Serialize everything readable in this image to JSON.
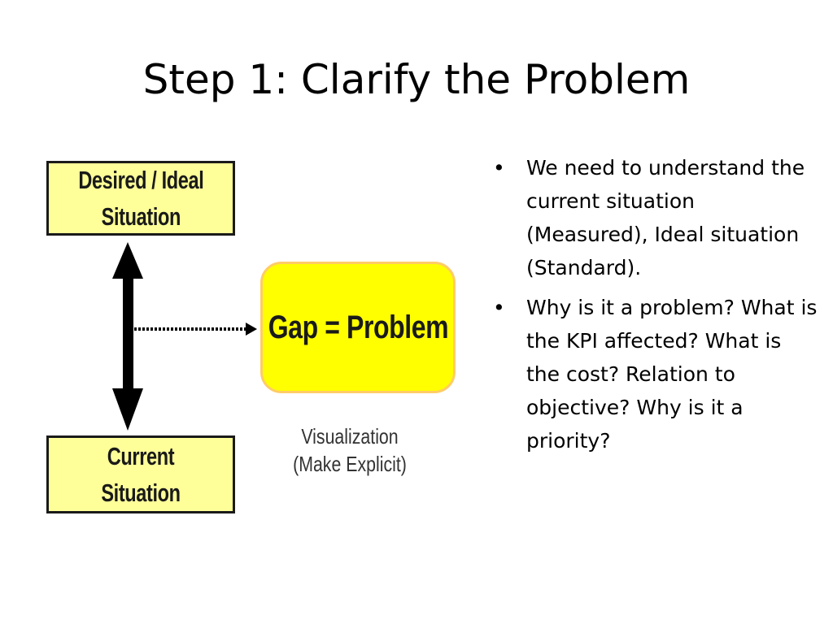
{
  "slide": {
    "title": "Step 1: Clarify the Problem"
  },
  "diagram": {
    "desired_box": "Desired / Ideal\nSituation",
    "current_box": "Current Situation",
    "gap_box": "Gap = Problem",
    "caption_line1": "Visualization",
    "caption_line2": "(Make Explicit)",
    "colors": {
      "box_fill": "#ffff99",
      "gap_fill": "#ffff00",
      "gap_border": "#ffcc66",
      "arrow": "#000000"
    }
  },
  "bullets": {
    "marker": "•",
    "items": [
      "We need to understand the current situation (Measured), Ideal situation (Standard).",
      "Why is it a problem? What is the KPI affected? What is the cost? Relation to objective? Why is it a priority?"
    ]
  }
}
